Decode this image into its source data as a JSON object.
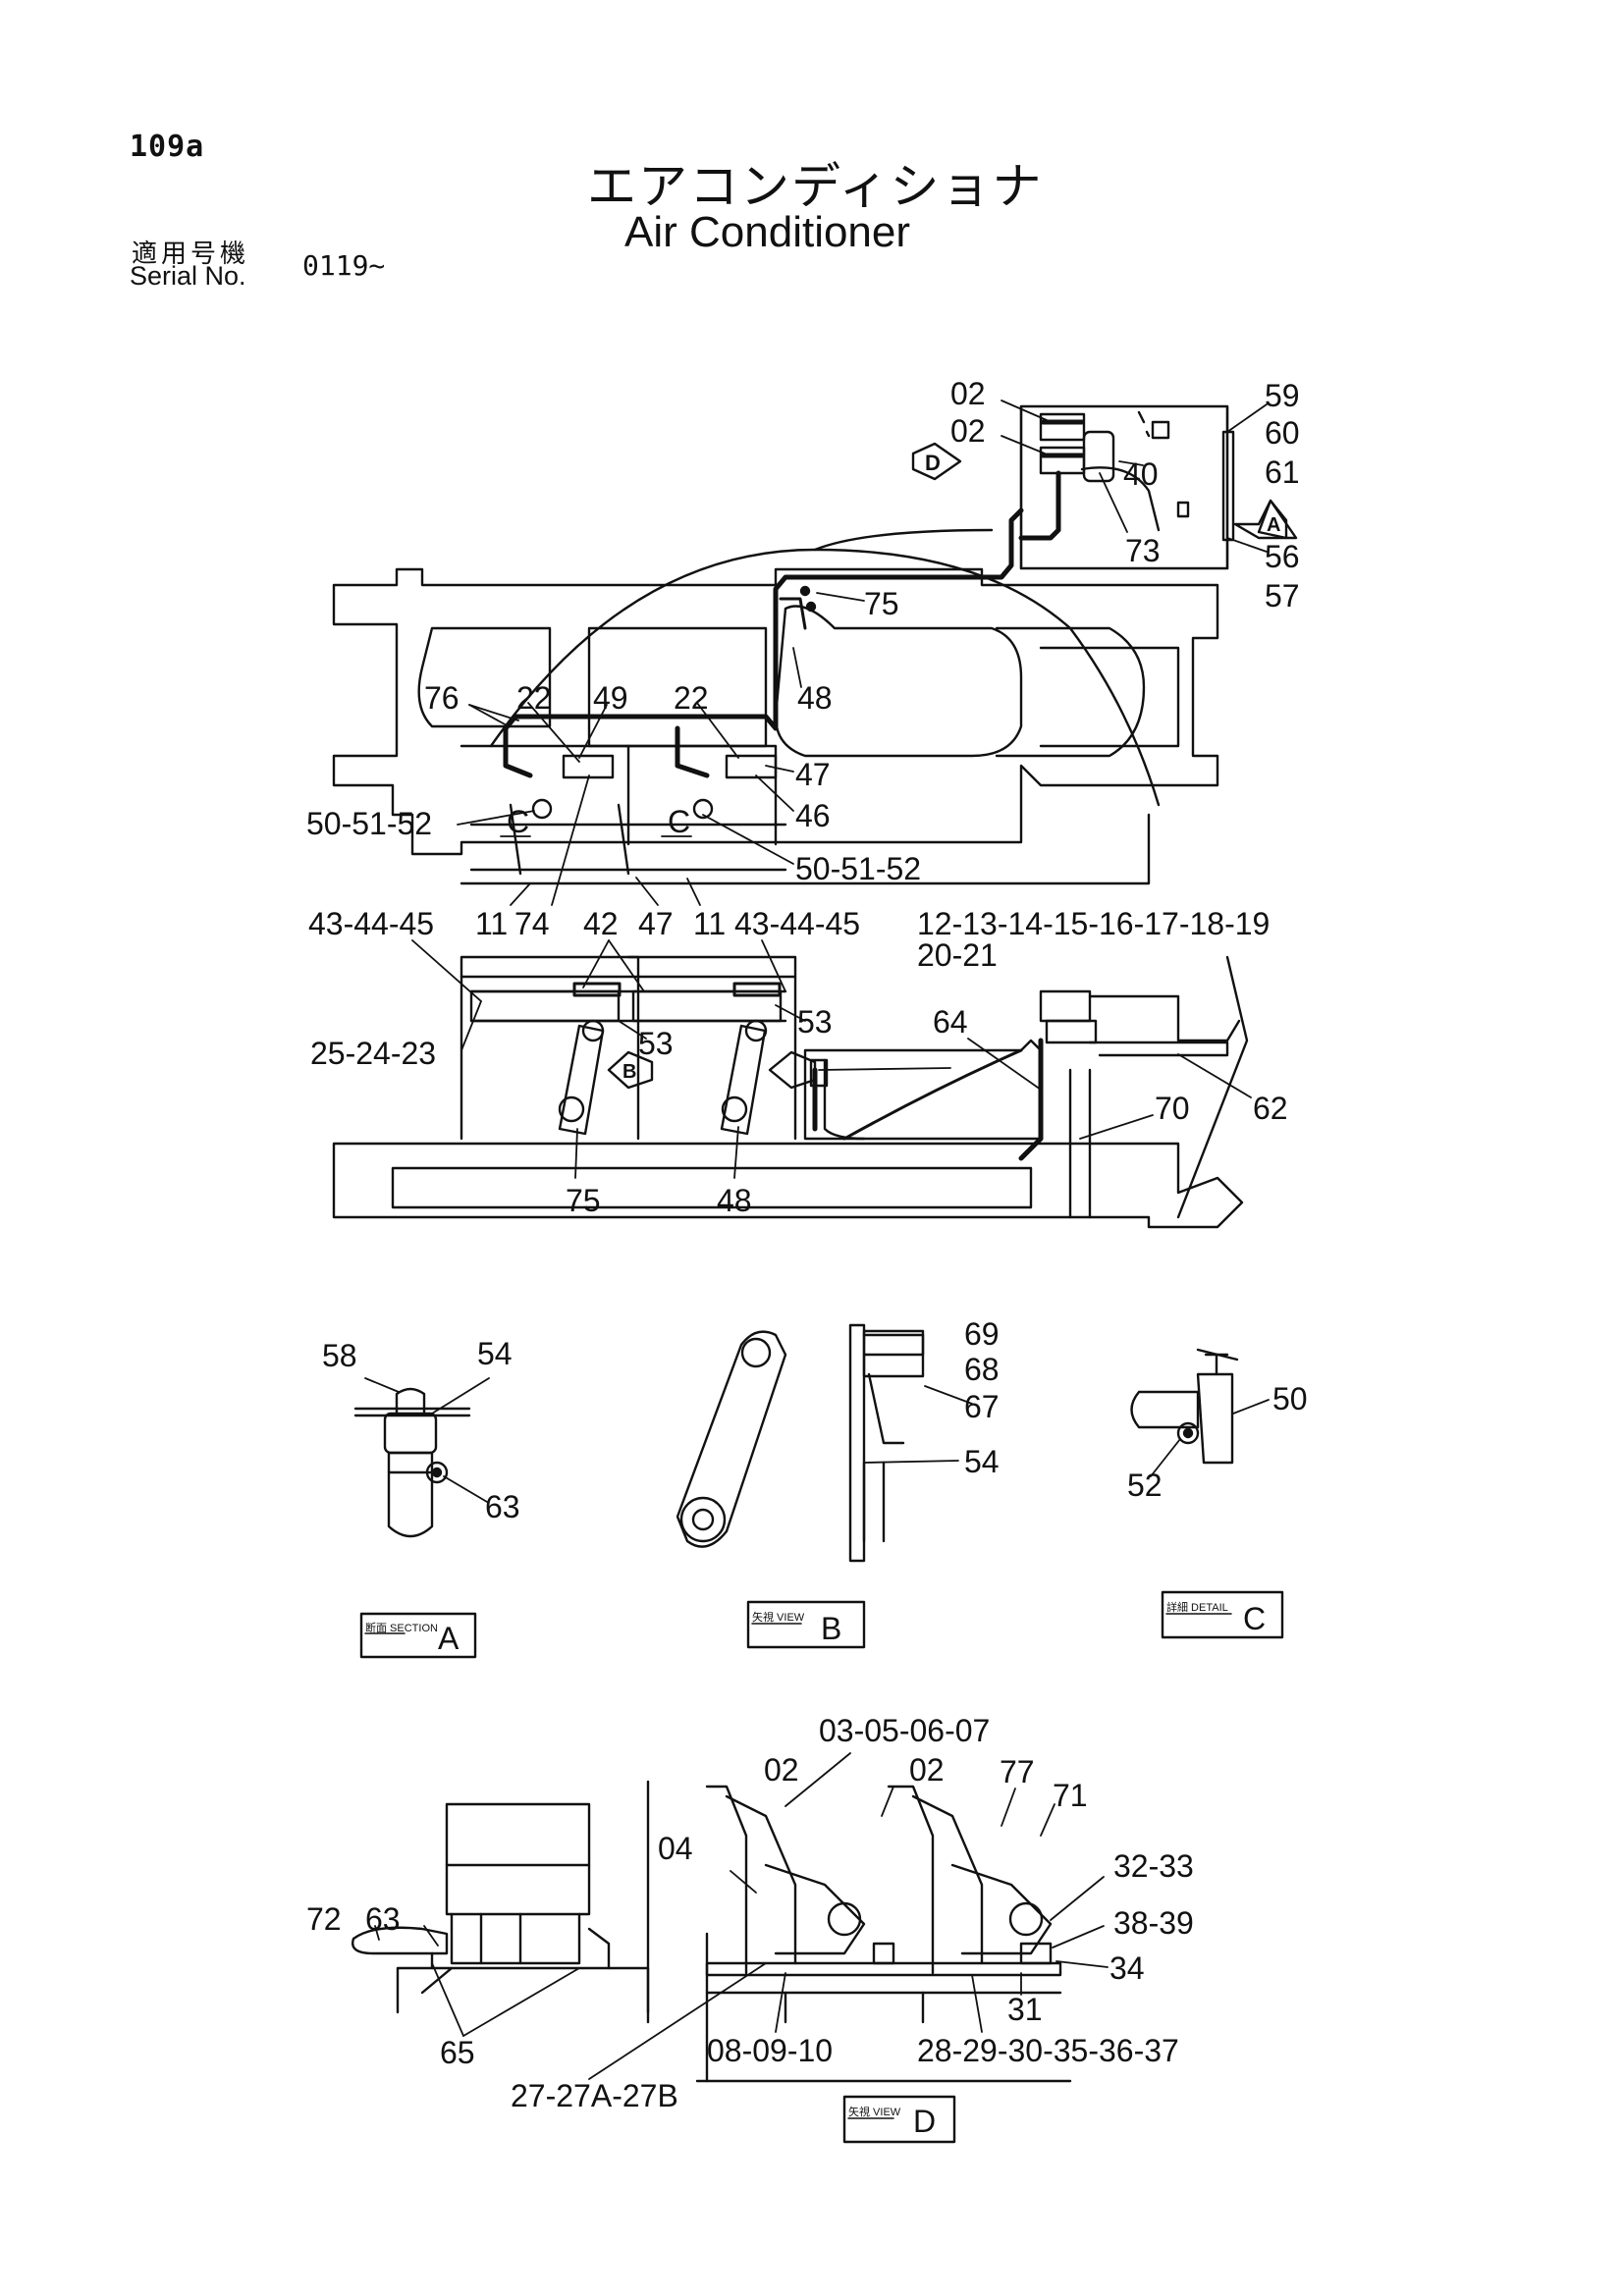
{
  "header": {
    "page_number": "109a",
    "title_jp": "エアコンディショナ",
    "title_en": "Air Conditioner",
    "serial_label_jp": "適用号機",
    "serial_label_en": "Serial No.",
    "serial_value": "0119~"
  },
  "main_view": {
    "view_markers": [
      "D",
      "A",
      "B"
    ],
    "detail_markers": [
      "C",
      "C"
    ],
    "part_labels": [
      "02",
      "02",
      "40",
      "73",
      "59",
      "60",
      "61",
      "56",
      "57",
      "75",
      "48",
      "76",
      "22",
      "49",
      "22",
      "47",
      "46",
      "50-51-52",
      "50-51-52",
      "43-44-45",
      "11",
      "74",
      "42",
      "47",
      "11",
      "43-44-45",
      "12-13-14-15-16-17-18-19",
      "20-21",
      "53",
      "53",
      "25-24-23",
      "64",
      "62",
      "70",
      "75",
      "48"
    ]
  },
  "section_a": {
    "part_labels": [
      "58",
      "54",
      "63"
    ],
    "tag_small": "断面 SECTION",
    "tag_letter": "A"
  },
  "view_b": {
    "part_labels": [
      "69",
      "68",
      "67",
      "54"
    ],
    "tag_small": "矢視 VIEW",
    "tag_letter": "B"
  },
  "detail_c": {
    "part_labels": [
      "50",
      "52"
    ],
    "tag_small": "詳細 DETAIL",
    "tag_letter": "C"
  },
  "view_d": {
    "part_labels": [
      "03-05-06-07",
      "02",
      "02",
      "77",
      "71",
      "04",
      "32-33",
      "38-39",
      "34",
      "31",
      "72",
      "63",
      "65",
      "08-09-10",
      "28-29-30-35-36-37",
      "27-27A-27B"
    ],
    "tag_small": "矢視 VIEW",
    "tag_letter": "D"
  }
}
